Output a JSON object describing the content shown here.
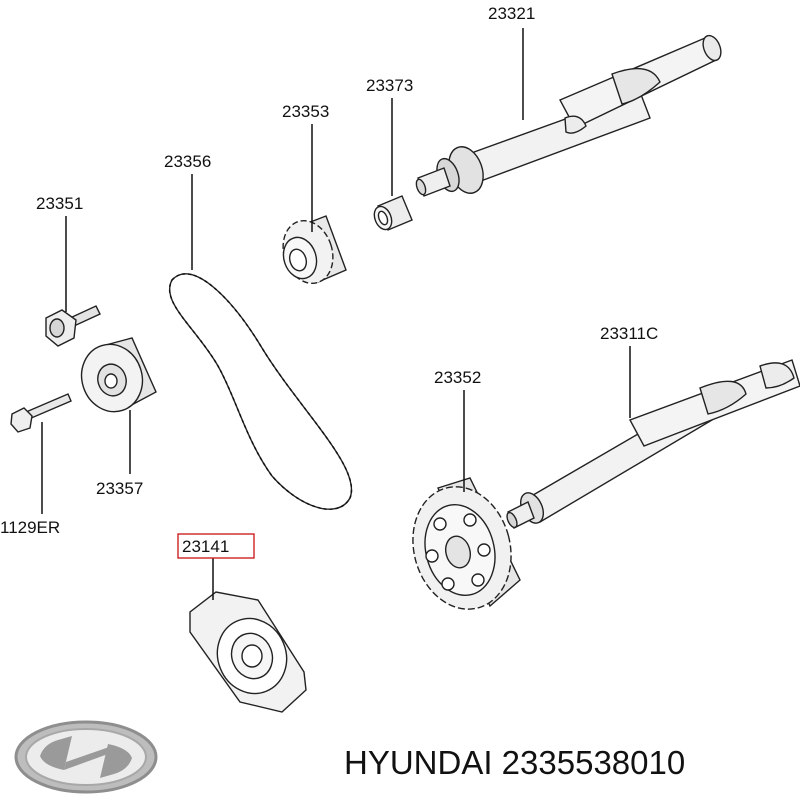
{
  "parts": {
    "p23321": "23321",
    "p23373": "23373",
    "p23353": "23353",
    "p23356": "23356",
    "p23351": "23351",
    "p23311c": "23311C",
    "p23352": "23352",
    "p23357": "23357",
    "p1129er": "1129ER",
    "p23141": "23141"
  },
  "highlighted_part": "23141",
  "caption": "HYUNDAI 2335538010",
  "logo": "hyundai-logo-icon",
  "colors": {
    "highlight_box": "#cc2222",
    "line": "#111111",
    "part_fill": "#f2f2f2",
    "logo_silver": "#9a9a9a"
  }
}
